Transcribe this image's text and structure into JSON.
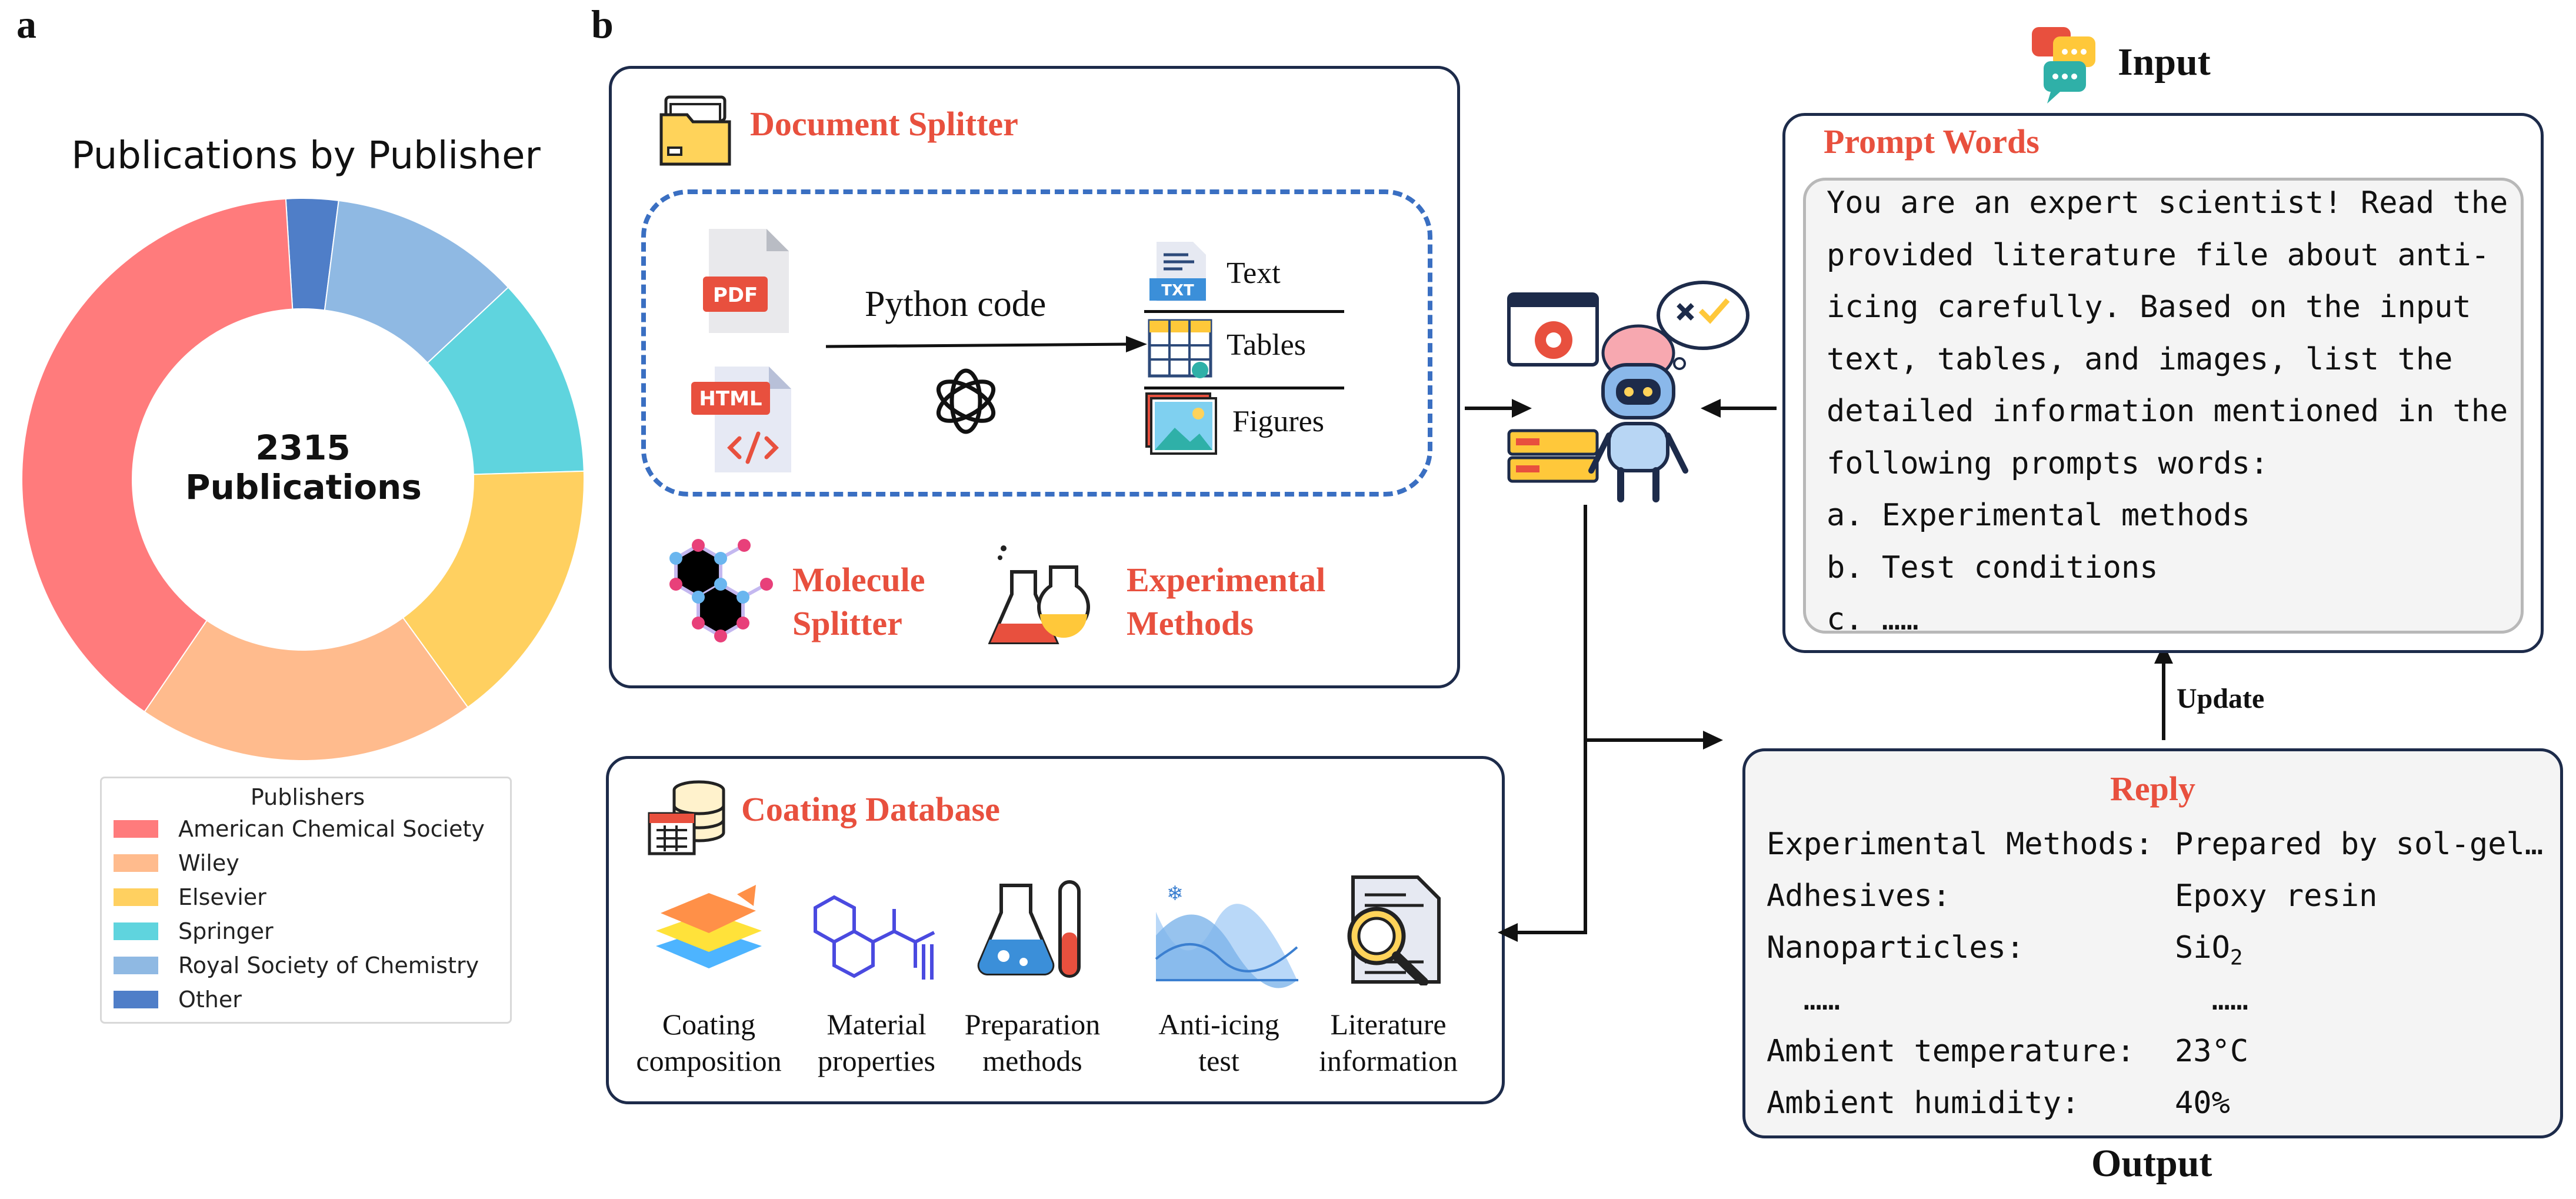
{
  "panel_a": {
    "letter": "a",
    "center_line1": "2315",
    "center_line2": "Publications",
    "legend_title": "Publishers",
    "chart_data": {
      "type": "pie",
      "title": "Publications by Publisher",
      "donut": true,
      "total": 2315,
      "categories": [
        "American Chemical Society",
        "Wiley",
        "Elsevier",
        "Springer",
        "Royal Society of Chemistry",
        "Other"
      ],
      "values": [
        39.5,
        19.5,
        15.5,
        11.5,
        11.0,
        3.0
      ],
      "colors": [
        "#ff7b7c",
        "#ffbb8d",
        "#ffd060",
        "#5fd4de",
        "#8fb9e3",
        "#4f7ec8"
      ],
      "legend_position": "bottom"
    }
  },
  "panel_b": {
    "letter": "b",
    "document_splitter": {
      "title": "Document Splitter",
      "pdf_label": "PDF",
      "html_label": "HTML",
      "code_label": "Python code",
      "outputs": [
        "Text",
        "Tables",
        "Figures"
      ],
      "txt_label": "TXT"
    },
    "molecule_splitter": "Molecule\nSplitter",
    "experimental_methods": "Experimental\nMethods",
    "coating_database": {
      "title": "Coating Database",
      "items": [
        {
          "label": "Coating\ncomposition"
        },
        {
          "label": "Material\nproperties"
        },
        {
          "label": "Preparation\nmethods"
        },
        {
          "label": "Anti-icing\ntest"
        },
        {
          "label": "Literature\ninformation"
        }
      ]
    },
    "input": {
      "label": "Input",
      "prompt_title": "Prompt Words",
      "prompt_lines": [
        "You are an expert scientist! Read the",
        "provided literature file about anti-",
        "icing carefully. Based on the input",
        "text, tables, and images, list the",
        "detailed information mentioned in the",
        "following prompts words:",
        "a. Experimental methods",
        "b. Test conditions",
        "c. ……"
      ]
    },
    "update_label": "Update",
    "output": {
      "label": "Output",
      "reply_title": "Reply",
      "rows": [
        {
          "key": "Experimental Methods:",
          "value": "Prepared by sol-gel…"
        },
        {
          "key": "Adhesives:",
          "value": "Epoxy resin"
        },
        {
          "key": "Nanoparticles:",
          "value": "SiO",
          "sub": "2"
        },
        {
          "key": "  ……",
          "value": "  ……"
        },
        {
          "key": "Ambient temperature:",
          "value": "23°C"
        },
        {
          "key": "Ambient humidity:",
          "value": "40%"
        }
      ]
    }
  }
}
